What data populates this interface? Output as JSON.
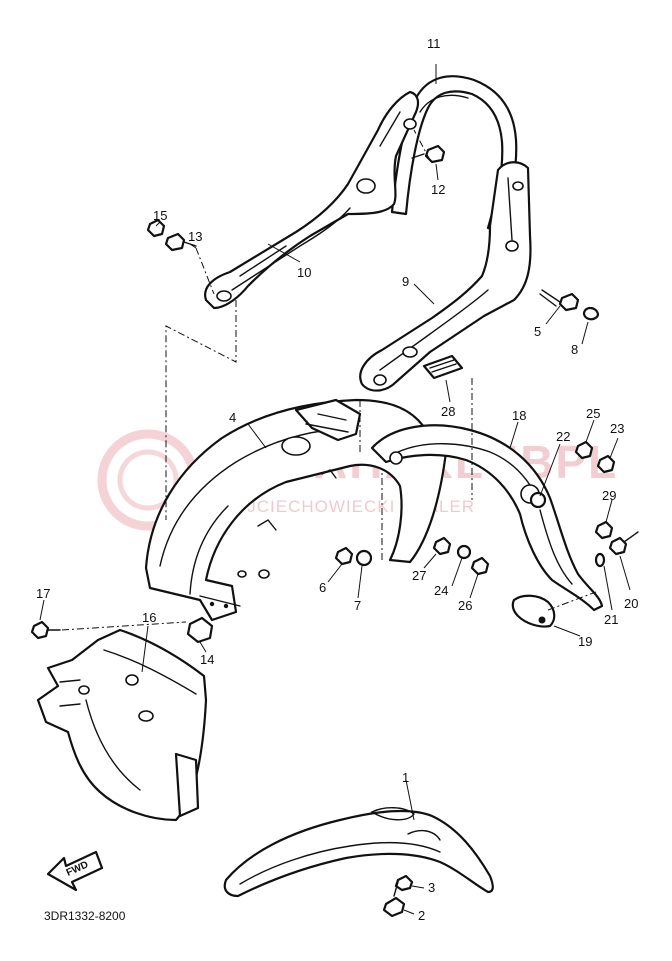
{
  "diagram": {
    "code": "3DR1332-8200",
    "direction_label": "FWD",
    "watermark": {
      "line1": "YAMAHAKLUBPL",
      "line2": "WOJCIECHOWIECKI DEALER"
    },
    "callouts": [
      {
        "id": "1",
        "label": "1"
      },
      {
        "id": "2",
        "label": "2"
      },
      {
        "id": "3",
        "label": "3"
      },
      {
        "id": "4",
        "label": "4"
      },
      {
        "id": "5",
        "label": "5"
      },
      {
        "id": "6",
        "label": "6"
      },
      {
        "id": "7",
        "label": "7"
      },
      {
        "id": "8",
        "label": "8"
      },
      {
        "id": "9",
        "label": "9"
      },
      {
        "id": "10",
        "label": "10"
      },
      {
        "id": "11",
        "label": "11"
      },
      {
        "id": "12",
        "label": "12"
      },
      {
        "id": "13",
        "label": "13"
      },
      {
        "id": "14",
        "label": "14"
      },
      {
        "id": "15",
        "label": "15"
      },
      {
        "id": "16",
        "label": "16"
      },
      {
        "id": "17",
        "label": "17"
      },
      {
        "id": "18",
        "label": "18"
      },
      {
        "id": "19",
        "label": "19"
      },
      {
        "id": "20",
        "label": "20"
      },
      {
        "id": "21",
        "label": "21"
      },
      {
        "id": "22",
        "label": "22"
      },
      {
        "id": "23",
        "label": "23"
      },
      {
        "id": "24",
        "label": "24"
      },
      {
        "id": "25",
        "label": "25"
      },
      {
        "id": "26",
        "label": "26"
      },
      {
        "id": "27",
        "label": "27"
      },
      {
        "id": "28",
        "label": "28"
      },
      {
        "id": "29",
        "label": "29"
      }
    ]
  }
}
